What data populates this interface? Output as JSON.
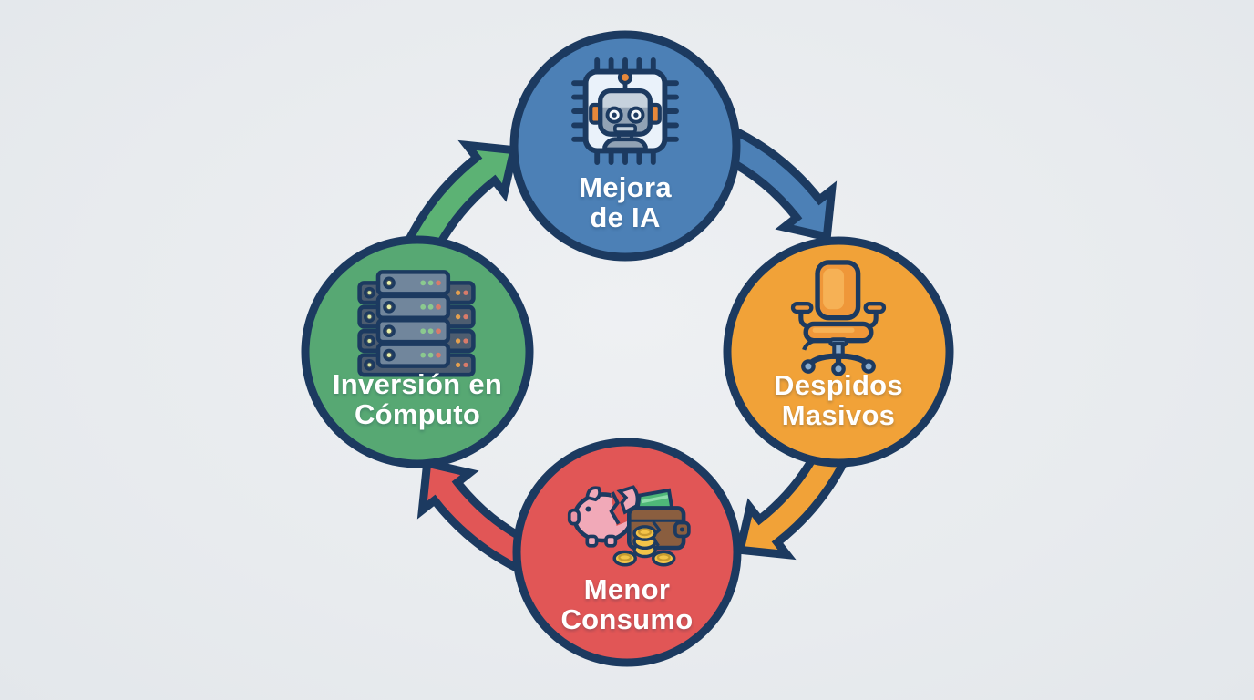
{
  "diagram": {
    "type": "cycle-diagram",
    "direction": "clockwise",
    "background_color": "#e9ebee",
    "outline_color": "#1c3a60",
    "label_color": "#ffffff",
    "nodes": [
      {
        "id": "mejora-de-ia",
        "position": "top",
        "label": "Mejora de IA",
        "lines": [
          "Mejora",
          "de IA"
        ],
        "color": "#4c80b6",
        "icon": "ai-chip-robot-icon"
      },
      {
        "id": "despidos-masivos",
        "position": "right",
        "label": "Despidos Masivos",
        "lines": [
          "Despidos",
          "Masivos"
        ],
        "color": "#f1a238",
        "icon": "office-chair-icon"
      },
      {
        "id": "menor-consumo",
        "position": "bottom",
        "label": "Menor Consumo",
        "lines": [
          "Menor",
          "Consumo"
        ],
        "color": "#e15656",
        "icon": "broken-piggy-bank-wallet-coins-icon"
      },
      {
        "id": "inversion-en-computo",
        "position": "left",
        "label": "Inversión en Cómputo",
        "lines": [
          "Inversión en",
          "Cómputo"
        ],
        "color": "#57a873",
        "icon": "server-rack-icon"
      }
    ],
    "arrows": [
      {
        "from": "mejora-de-ia",
        "to": "despidos-masivos",
        "color": "#4c80b6"
      },
      {
        "from": "despidos-masivos",
        "to": "menor-consumo",
        "color": "#f1a238"
      },
      {
        "from": "menor-consumo",
        "to": "inversion-en-computo",
        "color": "#e15656"
      },
      {
        "from": "inversion-en-computo",
        "to": "mejora-de-ia",
        "color": "#5cb274"
      }
    ]
  }
}
